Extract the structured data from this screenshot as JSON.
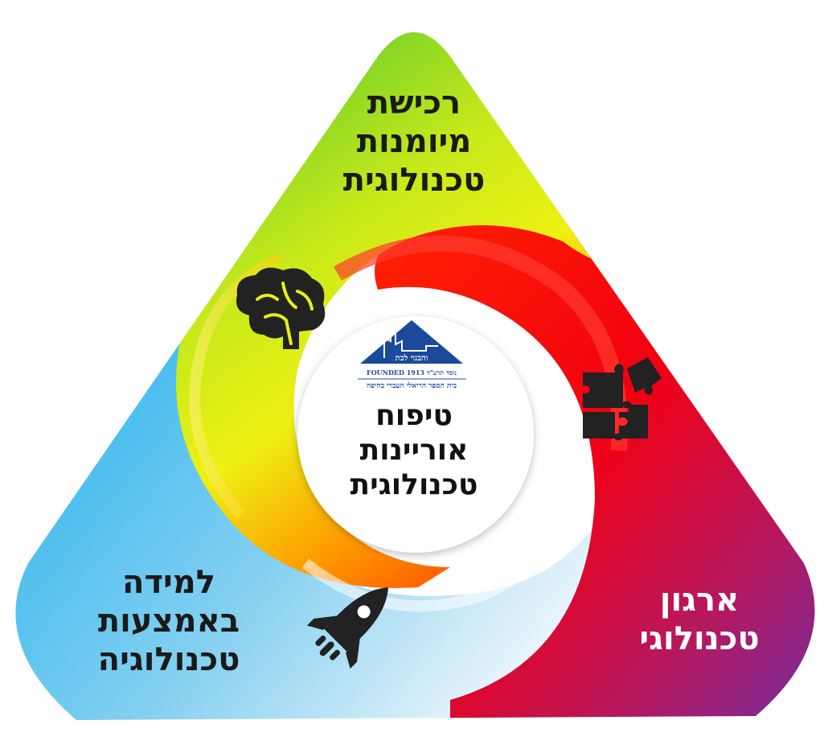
{
  "segments": {
    "top": {
      "lines": [
        "רכישת",
        "מיומנות",
        "טכנולוגית"
      ],
      "icon": "brain-icon"
    },
    "right": {
      "lines": [
        "ארגון",
        "טכנולוגי"
      ],
      "icon": "puzzle-icon"
    },
    "left": {
      "lines": [
        "למידה",
        "באמצעות",
        "טכנולוגיה"
      ],
      "icon": "rocket-icon"
    }
  },
  "center": {
    "lines": [
      "טיפוח",
      "אוריינות",
      "טכנולוגית"
    ],
    "logo": {
      "banner": "והבנוי לכת",
      "founded_line": "FOUNDED 1913  נוסד תרע\"ד",
      "school_name": "בית הספר הריאלי העברי בחיפה"
    }
  },
  "colors": {
    "blue": "#2cb2ea",
    "green": "#6ccd30",
    "yellow": "#e9ee16",
    "orange": "#ff8a00",
    "red": "#ff0000",
    "purple": "#6c30a5",
    "logo_blue": "#1c4a9a",
    "icon_dark": "#222222"
  }
}
